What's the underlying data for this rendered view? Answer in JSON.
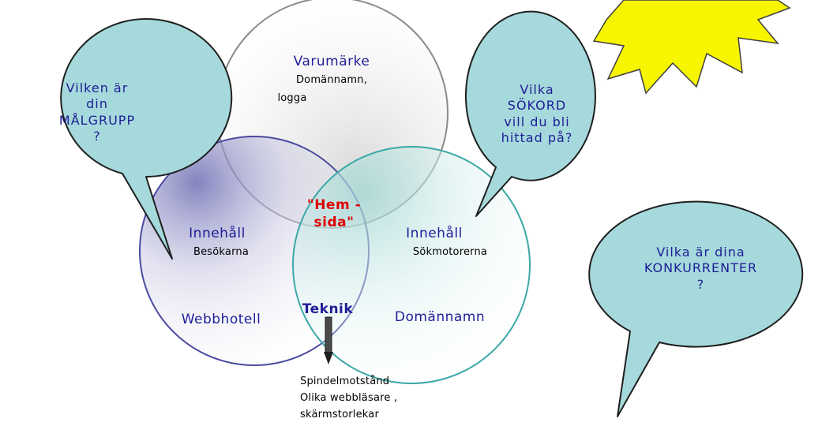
{
  "colors": {
    "bubble_fill": "#a6d9dc",
    "bubble_stroke": "#1f1f1f",
    "circle_blue": "#4a4aa0",
    "circle_gray": "#8a8a8a",
    "circle_teal": "#3aa8a6",
    "star_fill": "#f8f500",
    "text_blue": "#1e1e96",
    "text_red": "#dd0000"
  },
  "icons": [
    "yellow-star-burst",
    "pointer-arrow"
  ],
  "circles": {
    "top": {
      "title": "Varumärke",
      "sub1": "Domännamn,",
      "sub2": "logga"
    },
    "left": {
      "title": "Innehåll",
      "sub": "Besökarna",
      "bottom": "Webbhotell"
    },
    "right": {
      "title": "Innehåll",
      "sub": "Sökmotorerna",
      "bottom": "Domännamn"
    },
    "center": {
      "line1": "\"Hem -",
      "line2": "sida\""
    },
    "teknik": "Teknik"
  },
  "notes": {
    "line1": "Spindelmotstånd",
    "line2": "Olika webbläsare ,",
    "line3": "skärmstorlekar"
  },
  "bubbles": {
    "malgrupp": {
      "line1": "Vilken är",
      "line2": "din",
      "line3": "MÅLGRUPP",
      "line4": "?"
    },
    "sokord": {
      "line1": "Vilka",
      "line2": "SÖKORD",
      "line3": "vill du bli",
      "line4": "hittad på?"
    },
    "konkurrenter": {
      "line1": "Vilka är dina",
      "line2": "KONKURRENTER",
      "line3": "?"
    }
  }
}
